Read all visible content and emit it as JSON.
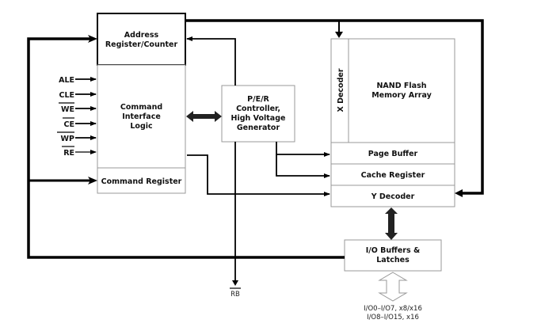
{
  "blocks": {
    "address_register": [
      "Address",
      "Register/Counter"
    ],
    "command_interface": [
      "Command",
      "Interface",
      "Logic"
    ],
    "command_register": "Command Register",
    "per_controller": [
      "P/E/R",
      "Controller,",
      "High Voltage",
      "Generator"
    ],
    "x_decoder": "X Decoder",
    "nand_array": [
      "NAND Flash",
      "Memory Array"
    ],
    "page_buffer": "Page Buffer",
    "cache_register": "Cache Register",
    "y_decoder": "Y Decoder",
    "io_buffers": [
      "I/O Buffers &",
      "Latches"
    ]
  },
  "signals": {
    "inputs": [
      {
        "name": "ALE",
        "active_low": false
      },
      {
        "name": "CLE",
        "active_low": false
      },
      {
        "name": "WE",
        "active_low": true
      },
      {
        "name": "CE",
        "active_low": true
      },
      {
        "name": "WP",
        "active_low": true
      },
      {
        "name": "RE",
        "active_low": true
      }
    ],
    "ready_busy": {
      "name": "RB",
      "active_low": true
    },
    "io_bus": [
      "I/O0–I/O7, x8/x16",
      "I/O8–I/O15, x16"
    ]
  }
}
